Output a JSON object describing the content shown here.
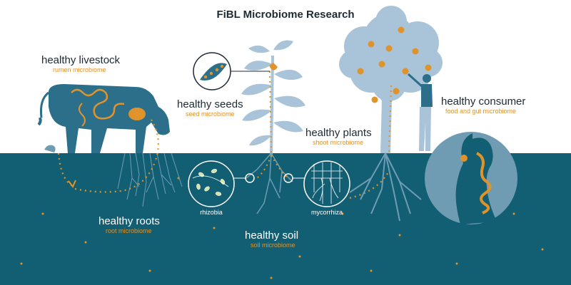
{
  "title": "FiBL Microbiome Research",
  "colors": {
    "soil": "#125e73",
    "soil_light": "#6f9cb3",
    "plant": "#a9c3d8",
    "livestock": "#2b6f8a",
    "accent": "#e0932b",
    "text": "#1e2a33"
  },
  "nodes": {
    "livestock": {
      "label": "healthy livestock",
      "sub": "rumen microbiome"
    },
    "seeds": {
      "label": "healthy seeds",
      "sub": "seed microbiome"
    },
    "plants": {
      "label": "healthy plants",
      "sub": "shoot microbiome"
    },
    "consumer": {
      "label": "healthy consumer",
      "sub": "food and gut microbiome"
    },
    "roots": {
      "label": "healthy roots",
      "sub": "root microbiome"
    },
    "soil": {
      "label": "healthy soil",
      "sub": "soil microbiome"
    }
  },
  "insets": {
    "rhizobia": "rhizobia",
    "mycorrhiza": "mycorrhiza"
  }
}
